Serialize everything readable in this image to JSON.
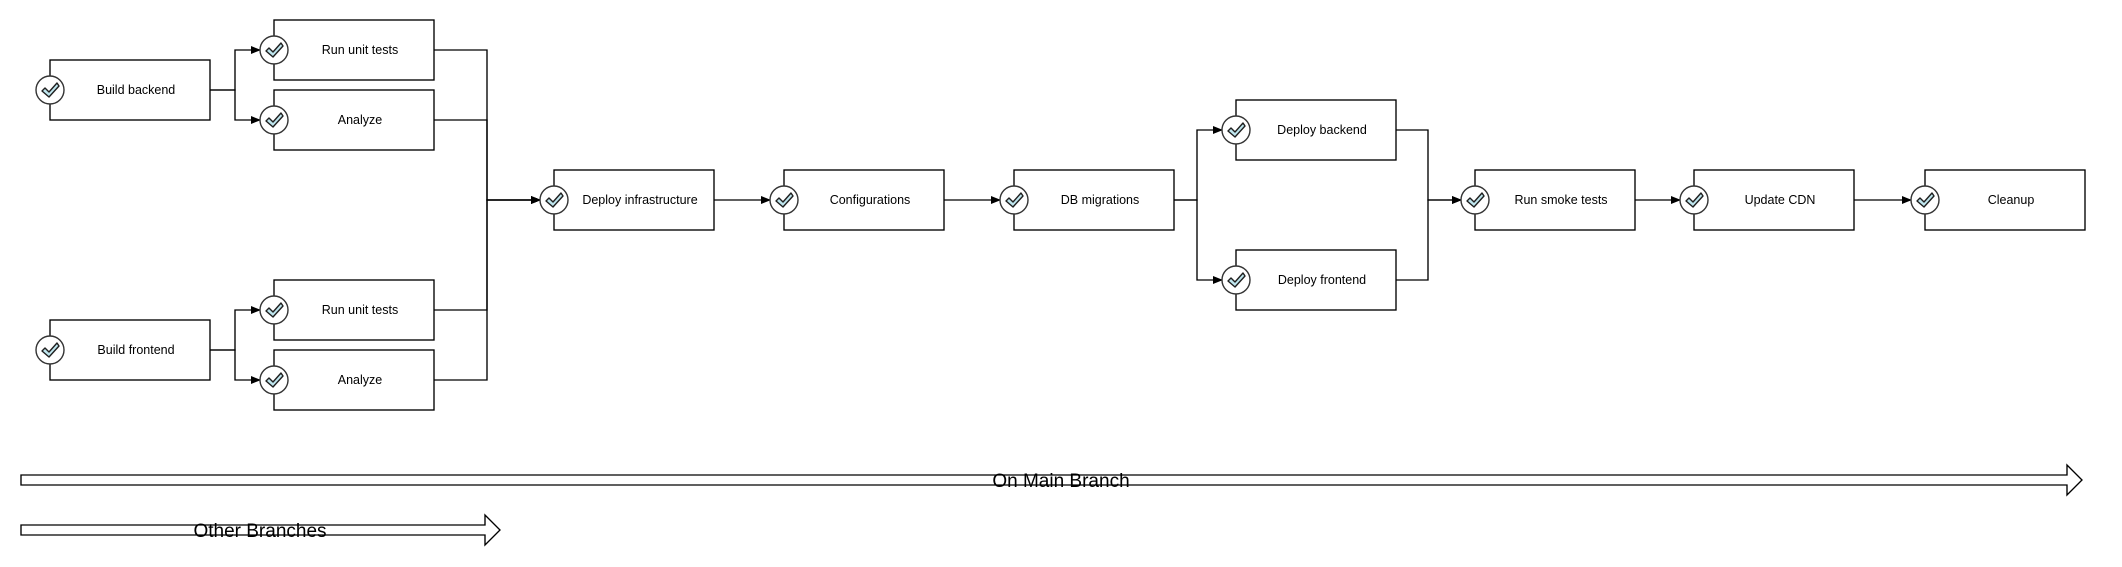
{
  "diagram": {
    "nodes": [
      {
        "id": "build-backend",
        "label": "Build backend",
        "status": "success"
      },
      {
        "id": "be-unit-tests",
        "label": "Run unit tests",
        "status": "success"
      },
      {
        "id": "be-analyze",
        "label": "Analyze",
        "status": "success"
      },
      {
        "id": "build-frontend",
        "label": "Build frontend",
        "status": "success"
      },
      {
        "id": "fe-unit-tests",
        "label": "Run unit tests",
        "status": "success"
      },
      {
        "id": "fe-analyze",
        "label": "Analyze",
        "status": "success"
      },
      {
        "id": "deploy-infrastructure",
        "label": "Deploy infrastructure",
        "status": "success"
      },
      {
        "id": "configurations",
        "label": "Configurations",
        "status": "success"
      },
      {
        "id": "db-migrations",
        "label": "DB migrations",
        "status": "success"
      },
      {
        "id": "deploy-backend",
        "label": "Deploy backend",
        "status": "success"
      },
      {
        "id": "deploy-frontend",
        "label": "Deploy frontend",
        "status": "success"
      },
      {
        "id": "run-smoke-tests",
        "label": "Run smoke tests",
        "status": "success"
      },
      {
        "id": "update-cdn",
        "label": "Update CDN",
        "status": "success"
      },
      {
        "id": "cleanup",
        "label": "Cleanup",
        "status": "success"
      }
    ],
    "edges": [
      {
        "from": "build-backend",
        "to": "be-unit-tests"
      },
      {
        "from": "build-backend",
        "to": "be-analyze"
      },
      {
        "from": "build-frontend",
        "to": "fe-unit-tests"
      },
      {
        "from": "build-frontend",
        "to": "fe-analyze"
      },
      {
        "from": "be-unit-tests",
        "to": "deploy-infrastructure"
      },
      {
        "from": "be-analyze",
        "to": "deploy-infrastructure"
      },
      {
        "from": "fe-unit-tests",
        "to": "deploy-infrastructure"
      },
      {
        "from": "fe-analyze",
        "to": "deploy-infrastructure"
      },
      {
        "from": "deploy-infrastructure",
        "to": "configurations"
      },
      {
        "from": "configurations",
        "to": "db-migrations"
      },
      {
        "from": "db-migrations",
        "to": "deploy-backend"
      },
      {
        "from": "db-migrations",
        "to": "deploy-frontend"
      },
      {
        "from": "deploy-backend",
        "to": "run-smoke-tests"
      },
      {
        "from": "deploy-frontend",
        "to": "run-smoke-tests"
      },
      {
        "from": "run-smoke-tests",
        "to": "update-cdn"
      },
      {
        "from": "update-cdn",
        "to": "cleanup"
      }
    ],
    "status_icon": "check-circle-icon",
    "colors": {
      "check_fill": "#bfe6ee",
      "stroke": "#000000"
    },
    "bands": [
      {
        "id": "main",
        "label": "On Main Branch"
      },
      {
        "id": "other",
        "label": "Other Branches"
      }
    ]
  }
}
